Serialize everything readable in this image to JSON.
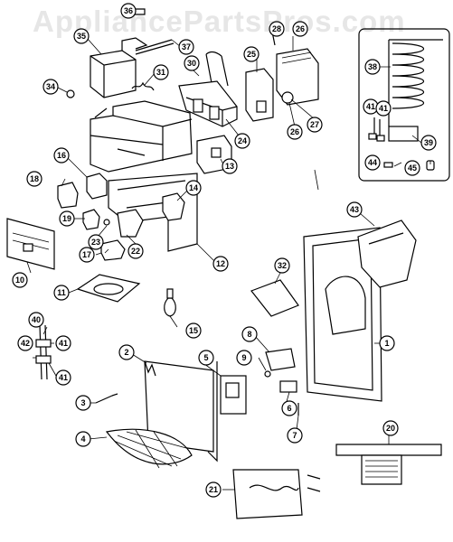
{
  "watermark": "AppliancePartsPros.com",
  "callouts": {
    "c1": "1",
    "c2": "2",
    "c3": "3",
    "c4": "4",
    "c5": "5",
    "c6": "6",
    "c7": "7",
    "c8": "8",
    "c9": "9",
    "c10": "10",
    "c11": "11",
    "c12": "12",
    "c13": "13",
    "c14": "14",
    "c15": "15",
    "c16": "16",
    "c17": "17",
    "c18": "18",
    "c19": "19",
    "c20": "20",
    "c21": "21",
    "c22": "22",
    "c23": "23",
    "c24": "24",
    "c25": "25",
    "c26a": "26",
    "c26b": "26",
    "c27": "27",
    "c28": "28",
    "c30": "30",
    "c31": "31",
    "c32": "32",
    "c34": "34",
    "c35": "35",
    "c36": "36",
    "c37": "37",
    "c38": "38",
    "c39": "39",
    "c40": "40",
    "c41a": "41",
    "c41b": "41",
    "c41c": "41",
    "c41d": "41",
    "c42": "42",
    "c43": "43",
    "c44": "44",
    "c45": "45"
  }
}
